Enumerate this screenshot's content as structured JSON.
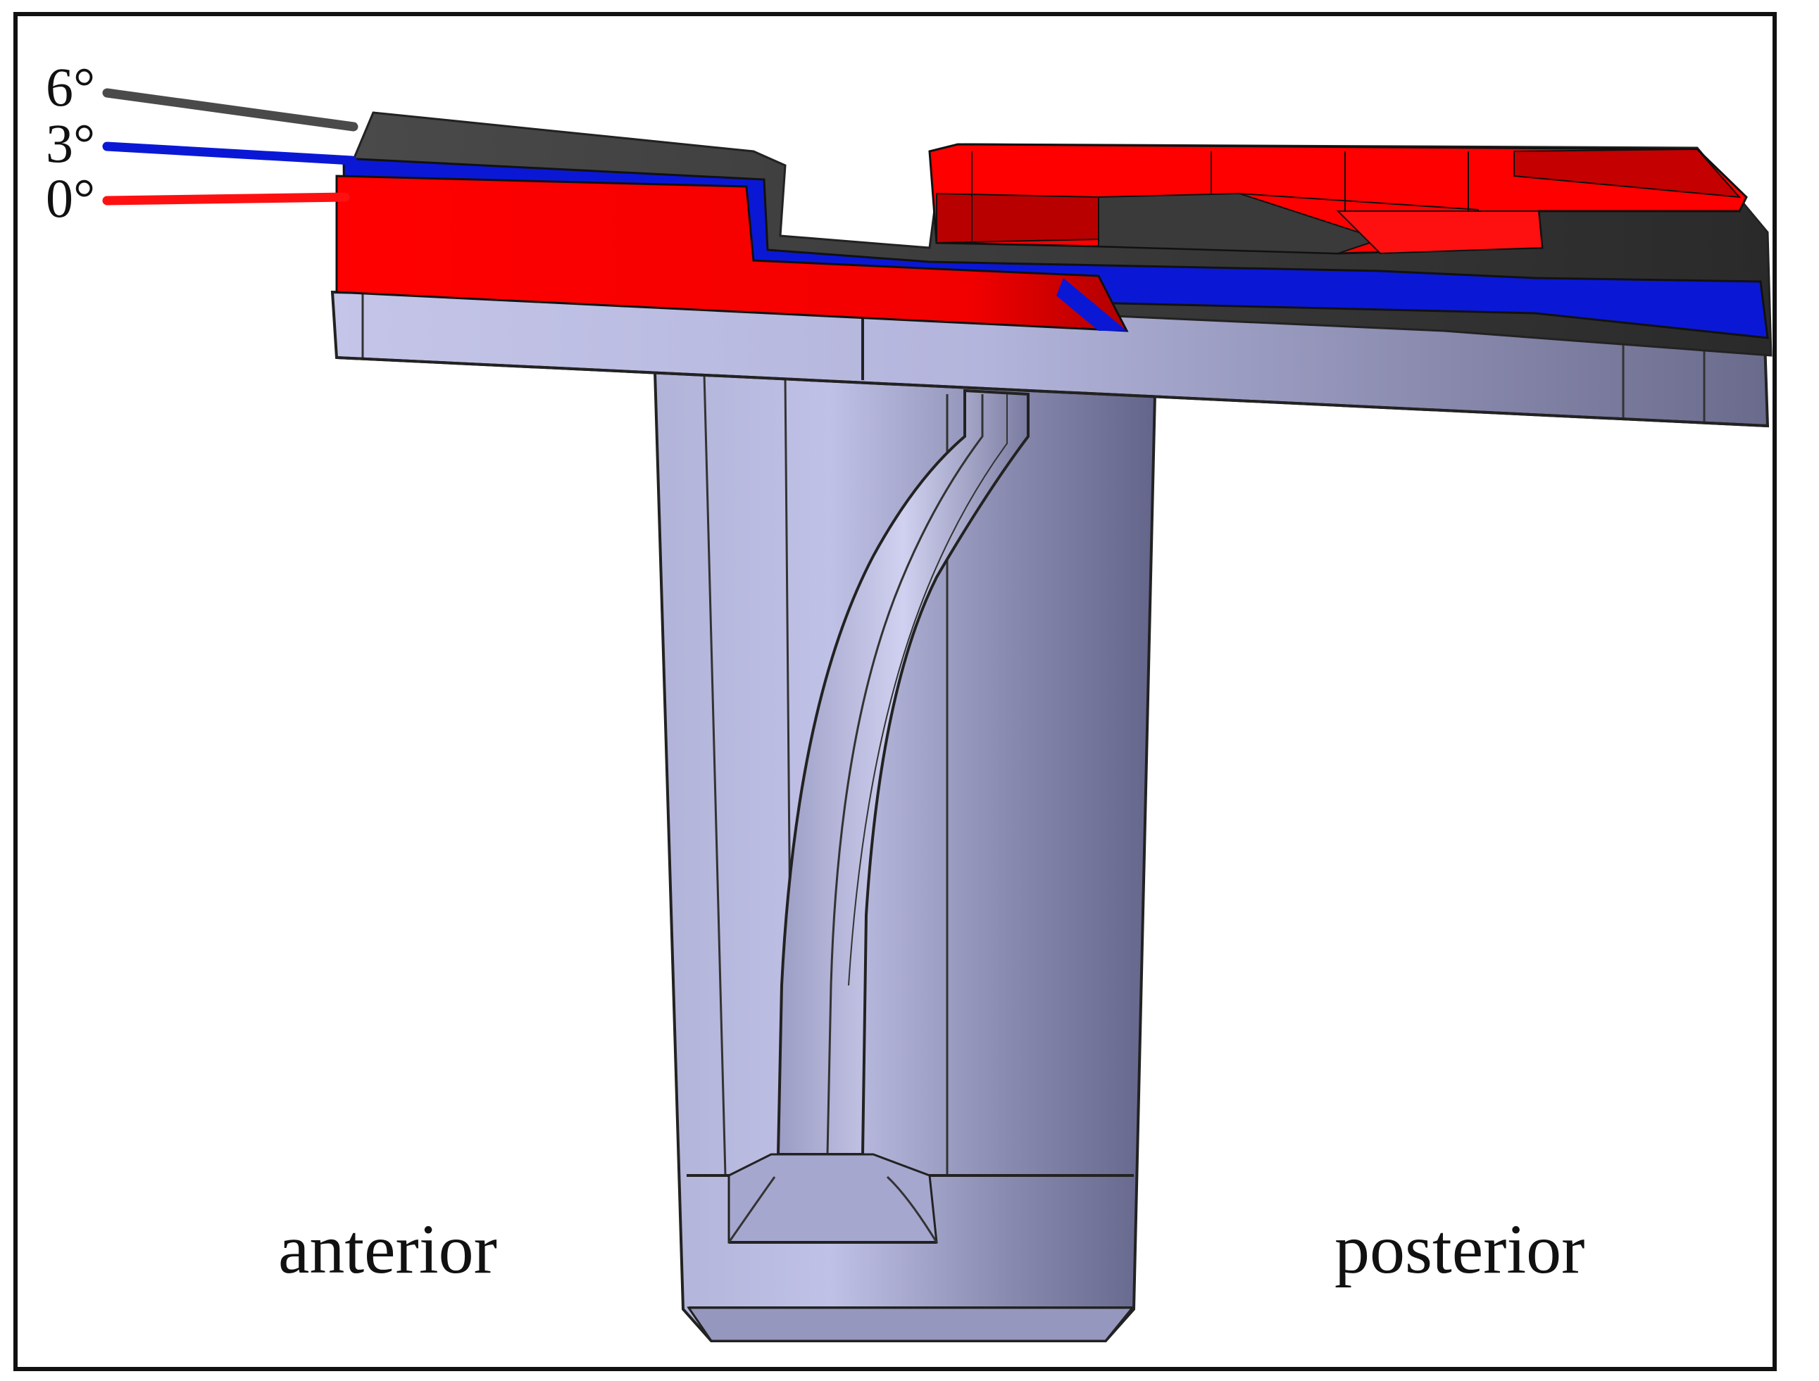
{
  "legend": [
    {
      "label": "6°",
      "color": "#4a4a4a"
    },
    {
      "label": "3°",
      "color": "#0a18d6"
    },
    {
      "label": "0°",
      "color": "#ff1010"
    }
  ],
  "regions": {
    "left": "anterior",
    "right": "posterior"
  },
  "colors": {
    "implant_body": "#b8b9df",
    "insert_0deg": "#ff0000",
    "insert_3deg": "#0a18d6",
    "insert_6deg": "#3c3c3c",
    "frame": "#111111"
  }
}
